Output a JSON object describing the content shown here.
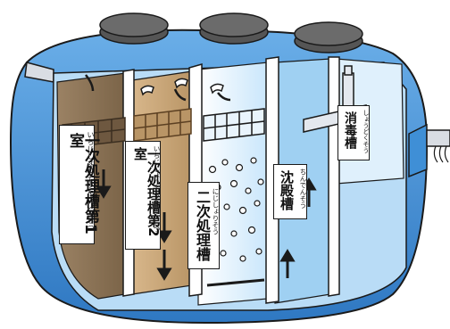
{
  "labels": {
    "chamber1": {
      "text": "一次処理槽第1室",
      "ruby": "いちじしょりそうだいいっしつ"
    },
    "chamber2": {
      "text": "一次処理槽第2室",
      "ruby": "いちじしょりそうだいにしつ"
    },
    "secondary": {
      "text": "二次処理槽",
      "ruby": "にじしょりそう"
    },
    "settling": {
      "text": "沈殿槽",
      "ruby": "ちんでんそう"
    },
    "disinfection": {
      "text": "消毒槽",
      "ruby": "しょうどくそう"
    }
  },
  "colors": {
    "tank_body": "#3f8fd6",
    "tank_inner": "#a9d4f3",
    "chamber1_water": "#8a7458",
    "chamber2_water": "#c9a77d",
    "outline": "#1a1a1a",
    "arrow": "#1a1a1a"
  }
}
